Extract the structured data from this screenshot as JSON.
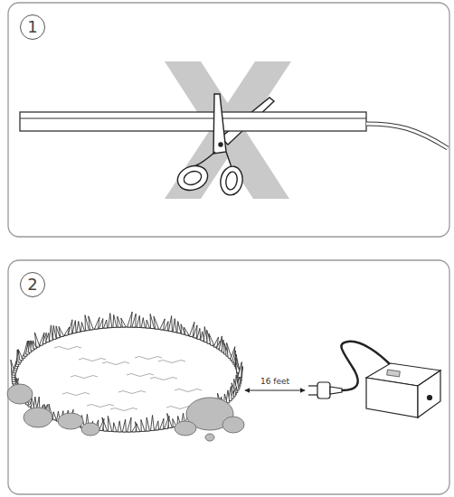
{
  "diagram": {
    "nodes": [
      {
        "text": [
          "1"
        ]
      },
      {
        "text": [
          "2"
        ]
      }
    ],
    "labels": [
      "16 feet"
    ]
  }
}
